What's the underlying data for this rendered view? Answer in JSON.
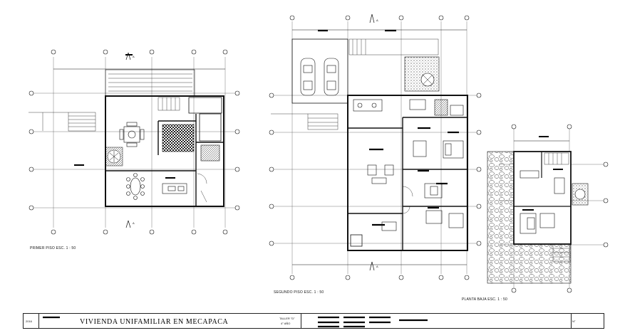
{
  "title_block": {
    "project_title": "VIVIENDA UNIFAMILIAR EN MECAPACA",
    "year": "2016",
    "workshop": "TALLER \"D\"",
    "course": "4° AÑO",
    "sheet": "N°"
  },
  "plans": [
    {
      "id": "first_floor",
      "label": "PRIMER PISO   ESC. 1 : 50"
    },
    {
      "id": "second_floor",
      "label": "SEGUNDO PISO   ESC. 1 : 50"
    },
    {
      "id": "ground_floor",
      "label": "PLANTA BAJA   ESC. 1 : 50"
    }
  ],
  "north_markers": [
    "A",
    "A",
    "A",
    "A"
  ]
}
